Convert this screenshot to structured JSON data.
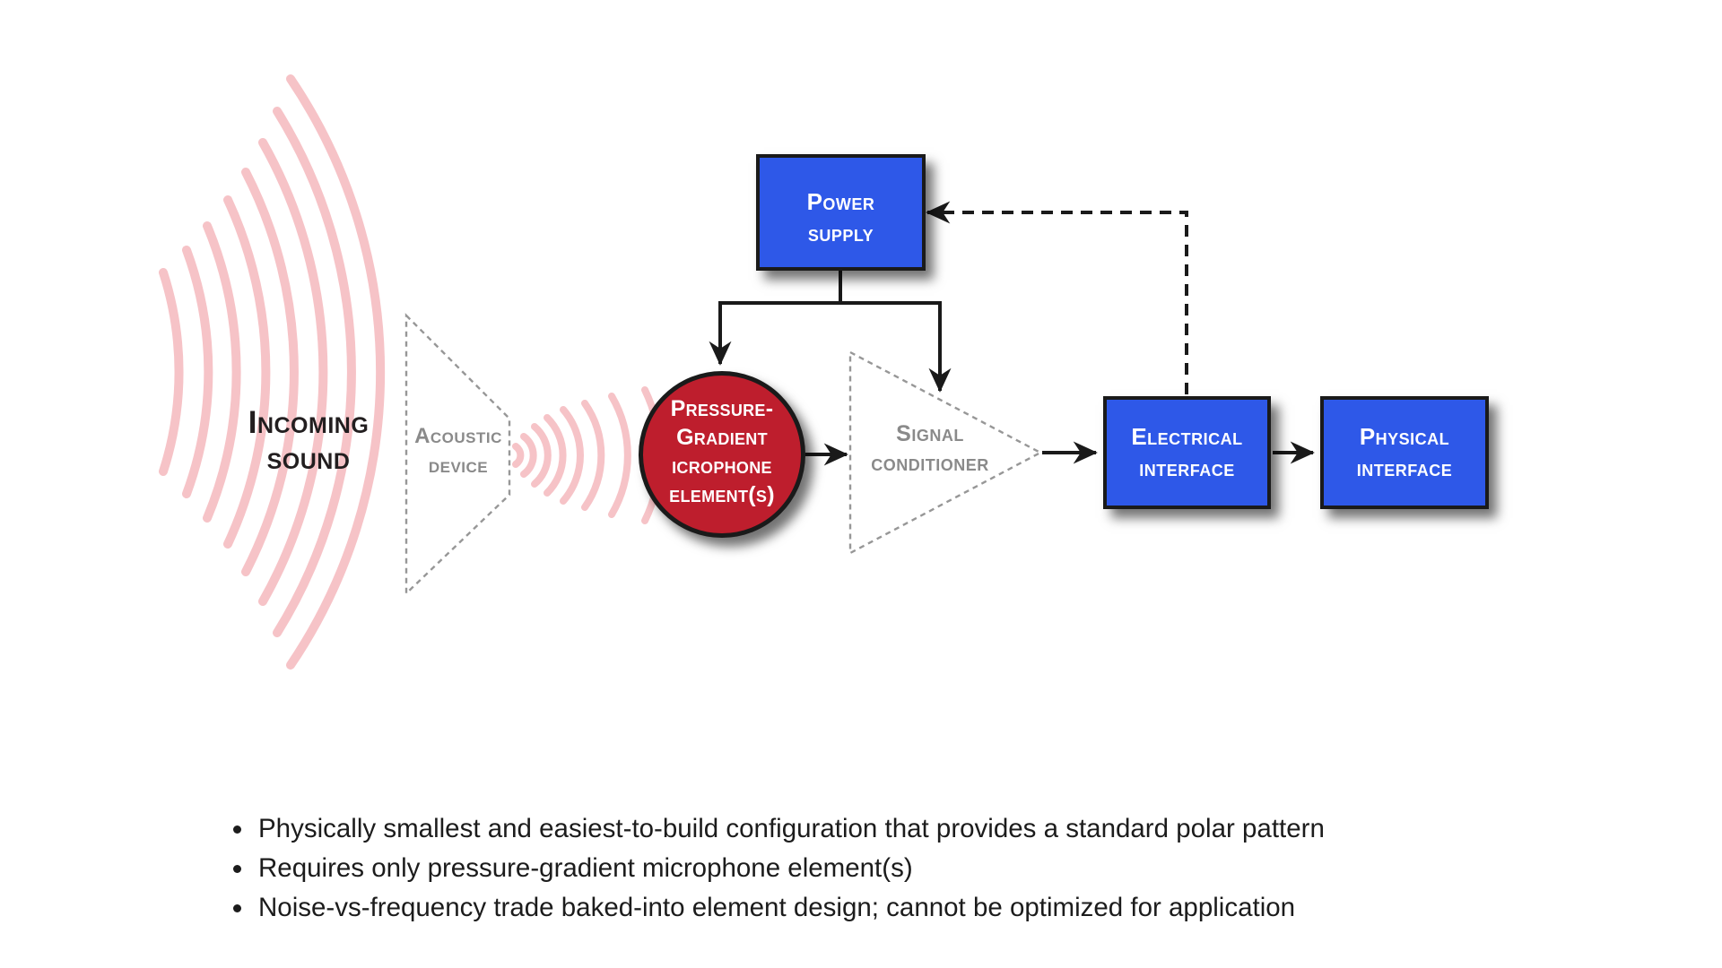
{
  "colors": {
    "box-blue": "#2e58e8",
    "mic-red": "#be1e2d",
    "wave-pink": "#f6c3c7",
    "line-black": "#1f1f1f",
    "dash-gray": "#979797",
    "label-gray": "#8a8a8a",
    "text-dark": "#1c1c1c"
  },
  "nodes": {
    "incoming_sound": {
      "line1": "Incoming",
      "line2": "sound"
    },
    "acoustic_device": {
      "line1": "Acoustic",
      "line2": "device"
    },
    "mic_element": {
      "line1": "Pressure-",
      "line2": "Gradient",
      "line3": "icrophone",
      "line4": "element(s)"
    },
    "signal_conditioner": {
      "line1": "Signal",
      "line2": "conditioner"
    },
    "power_supply": {
      "line1": "Power",
      "line2": "supply"
    },
    "electrical_interface": {
      "line1": "Electrical",
      "line2": "interface"
    },
    "physical_interface": {
      "line1": "Physical",
      "line2": "interface"
    }
  },
  "bullets": [
    "Physically smallest and easiest-to-build configuration that provides a standard polar pattern",
    "Requires only pressure-gradient microphone element(s)",
    "Noise-vs-frequency trade baked-into element design; cannot be optimized for application"
  ]
}
